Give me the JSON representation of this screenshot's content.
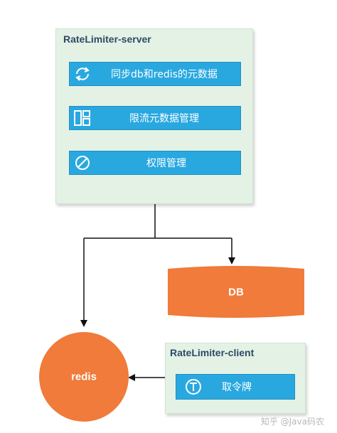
{
  "server": {
    "title": "RateLimiter-server",
    "items": [
      {
        "label": "同步db和redis的元数据",
        "icon": "sync-icon"
      },
      {
        "label": "限流元数据管理",
        "icon": "dashboard-icon"
      },
      {
        "label": "权限管理",
        "icon": "forbidden-icon"
      }
    ]
  },
  "db": {
    "label": "DB"
  },
  "redis": {
    "label": "redis"
  },
  "client": {
    "title": "RateLimiter-client",
    "items": [
      {
        "label": "取令牌",
        "icon": "token-icon"
      }
    ]
  },
  "watermark": "知乎 @Java码农",
  "colors": {
    "panel_bg": "#e3f2e5",
    "bar_blue": "#29a8e0",
    "orange": "#f07b3a",
    "title_text": "#2f4a66",
    "connector": "#111111"
  }
}
